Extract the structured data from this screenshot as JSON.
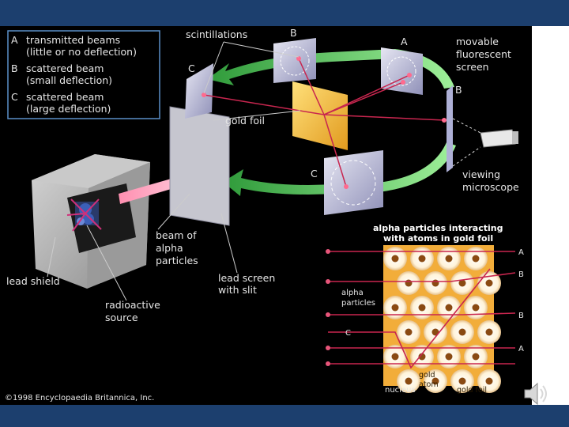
{
  "legend": {
    "items": [
      {
        "letter": "A",
        "line1": "transmitted beams",
        "line2": "(little or no deflection)"
      },
      {
        "letter": "B",
        "line1": "scattered beam",
        "line2": "(small deflection)"
      },
      {
        "letter": "C",
        "line1": "scattered beam",
        "line2": "(large deflection)"
      }
    ]
  },
  "labels": {
    "scintillations": "scintillations",
    "screen_b": "B",
    "screen_a": "A",
    "screen_c_top": "C",
    "screen_c_bottom": "C",
    "screen_b_right": "B",
    "movable_1": "movable",
    "movable_2": "fluorescent",
    "movable_3": "screen",
    "gold_foil": "gold foil",
    "viewing_1": "viewing",
    "viewing_2": "microscope",
    "beam_1": "beam of",
    "beam_2": "alpha",
    "beam_3": "particles",
    "lead_shield": "lead shield",
    "lead_screen_1": "lead screen",
    "lead_screen_2": "with slit",
    "radioactive_1": "radioactive",
    "radioactive_2": "source",
    "copyright": "©1998 Encyclopaedia Britannica, Inc."
  },
  "inset": {
    "title_1": "alpha particles interacting",
    "title_2": "with atoms in gold foil",
    "alpha_1": "alpha",
    "alpha_2": "particles",
    "gold_1": "gold",
    "gold_2": "atom",
    "nucleus": "nucleus",
    "gold_foil": "gold foil",
    "out_labels": [
      "A",
      "B",
      "B",
      "A"
    ],
    "c_label": "C"
  },
  "colors": {
    "background": "#000000",
    "bar": "#1c3f6e",
    "arrow_green": "#5fd05a",
    "gold": "#f4b73a",
    "beam_red": "#c8264f",
    "legend_border": "#5a8fc8"
  }
}
